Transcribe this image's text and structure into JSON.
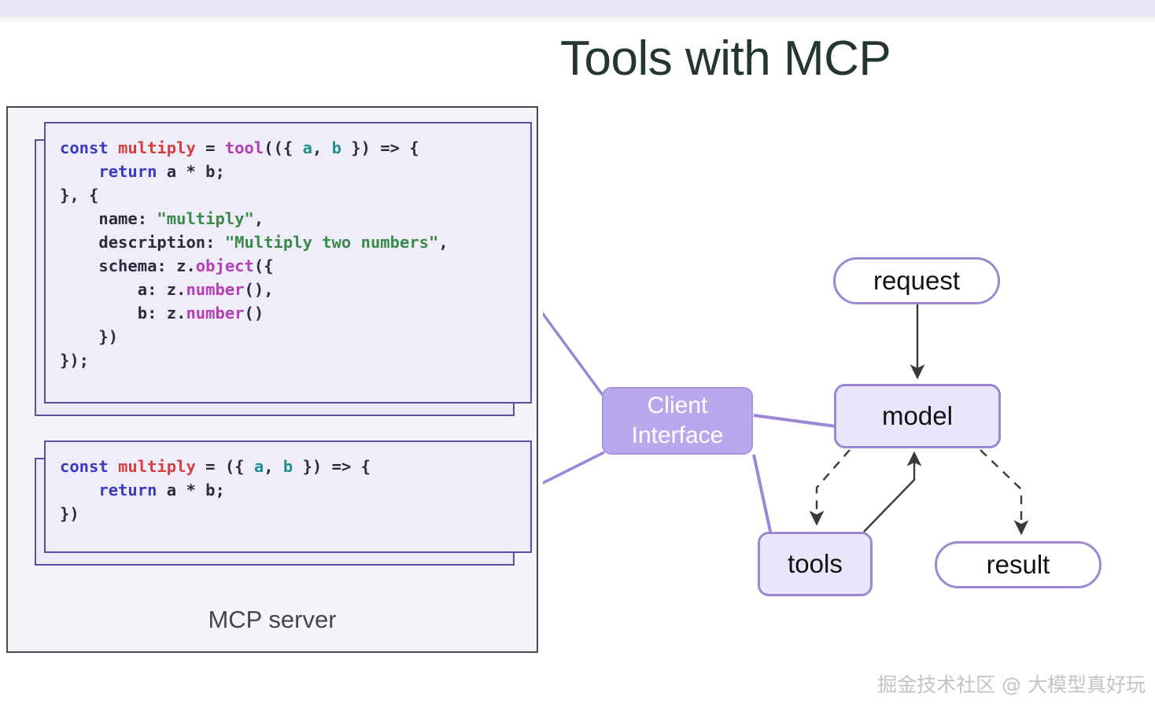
{
  "slide": {
    "title": "Tools with MCP",
    "title_color": "#23362f",
    "background": "#ffffff"
  },
  "mcp_server": {
    "label": "MCP server",
    "border_color": "#4a4a4a",
    "fill_color": "#f5f4fb"
  },
  "code_blocks": [
    {
      "id": "tool-definition",
      "lines": [
        [
          {
            "t": "const ",
            "c": "kw"
          },
          {
            "t": "multiply",
            "c": "var"
          },
          {
            "t": " = ",
            "c": "punct"
          },
          {
            "t": "tool",
            "c": "fn"
          },
          {
            "t": "(({ ",
            "c": "punct"
          },
          {
            "t": "a",
            "c": "param"
          },
          {
            "t": ", ",
            "c": "punct"
          },
          {
            "t": "b",
            "c": "param"
          },
          {
            "t": " }) => {",
            "c": "punct"
          }
        ],
        [
          {
            "t": "    ",
            "c": "punct"
          },
          {
            "t": "return",
            "c": "kw"
          },
          {
            "t": " a * b;",
            "c": "punct"
          }
        ],
        [
          {
            "t": "}, {",
            "c": "punct"
          }
        ],
        [
          {
            "t": "    name: ",
            "c": "prop"
          },
          {
            "t": "\"multiply\"",
            "c": "str"
          },
          {
            "t": ",",
            "c": "punct"
          }
        ],
        [
          {
            "t": "    description: ",
            "c": "prop"
          },
          {
            "t": "\"Multiply two numbers\"",
            "c": "str"
          },
          {
            "t": ",",
            "c": "punct"
          }
        ],
        [
          {
            "t": "    schema: z.",
            "c": "prop"
          },
          {
            "t": "object",
            "c": "fn"
          },
          {
            "t": "({",
            "c": "punct"
          }
        ],
        [
          {
            "t": "        a: z.",
            "c": "prop"
          },
          {
            "t": "number",
            "c": "fn"
          },
          {
            "t": "(),",
            "c": "punct"
          }
        ],
        [
          {
            "t": "        b: z.",
            "c": "prop"
          },
          {
            "t": "number",
            "c": "fn"
          },
          {
            "t": "()",
            "c": "punct"
          }
        ],
        [
          {
            "t": "    })",
            "c": "punct"
          }
        ],
        [
          {
            "t": "});",
            "c": "punct"
          }
        ]
      ]
    },
    {
      "id": "plain-function",
      "lines": [
        [
          {
            "t": "const ",
            "c": "kw"
          },
          {
            "t": "multiply",
            "c": "var"
          },
          {
            "t": " = ({ ",
            "c": "punct"
          },
          {
            "t": "a",
            "c": "param"
          },
          {
            "t": ", ",
            "c": "punct"
          },
          {
            "t": "b",
            "c": "param"
          },
          {
            "t": " }) => {",
            "c": "punct"
          }
        ],
        [
          {
            "t": "    ",
            "c": "punct"
          },
          {
            "t": "return",
            "c": "kw"
          },
          {
            "t": " a * b;",
            "c": "punct"
          }
        ],
        [
          {
            "t": "})",
            "c": "punct"
          }
        ]
      ]
    }
  ],
  "diagram": {
    "nodes": [
      {
        "id": "request",
        "label": "request",
        "style": "pill",
        "fill": "#ffffff",
        "border": "#9b87d4"
      },
      {
        "id": "model",
        "label": "model",
        "style": "soft",
        "fill": "#e9e5fa",
        "border": "#9b87d4"
      },
      {
        "id": "client",
        "label_line1": "Client",
        "label_line2": "Interface",
        "style": "solid",
        "fill": "#b9a9ec",
        "border": "#a994e2"
      },
      {
        "id": "tools",
        "label": "tools",
        "style": "soft",
        "fill": "#e9e5fa",
        "border": "#9b87d4"
      },
      {
        "id": "result",
        "label": "result",
        "style": "pill",
        "fill": "#ffffff",
        "border": "#9b87d4"
      }
    ],
    "edges": [
      {
        "from": "request",
        "to": "model",
        "style": "solid",
        "arrow": true,
        "color": "#3a3a3a"
      },
      {
        "from": "model",
        "to": "tools",
        "style": "dashed",
        "arrow": true,
        "color": "#3a3a3a"
      },
      {
        "from": "model",
        "to": "result",
        "style": "dashed",
        "arrow": true,
        "color": "#3a3a3a"
      },
      {
        "from": "tools",
        "to": "model",
        "style": "solid",
        "arrow": true,
        "color": "#3a3a3a"
      },
      {
        "from": "client",
        "to": "model",
        "style": "solid",
        "arrow": false,
        "color": "#9b87d4"
      },
      {
        "from": "client",
        "to": "tools",
        "style": "solid",
        "arrow": false,
        "color": "#9b87d4"
      },
      {
        "from": "tool-definition",
        "to": "client",
        "style": "solid",
        "arrow": false,
        "color": "#9b87d4"
      },
      {
        "from": "plain-function",
        "to": "client",
        "style": "solid",
        "arrow": false,
        "color": "#9b87d4"
      }
    ]
  },
  "watermark": {
    "text": "掘金技术社区 @ 大模型真好玩"
  }
}
